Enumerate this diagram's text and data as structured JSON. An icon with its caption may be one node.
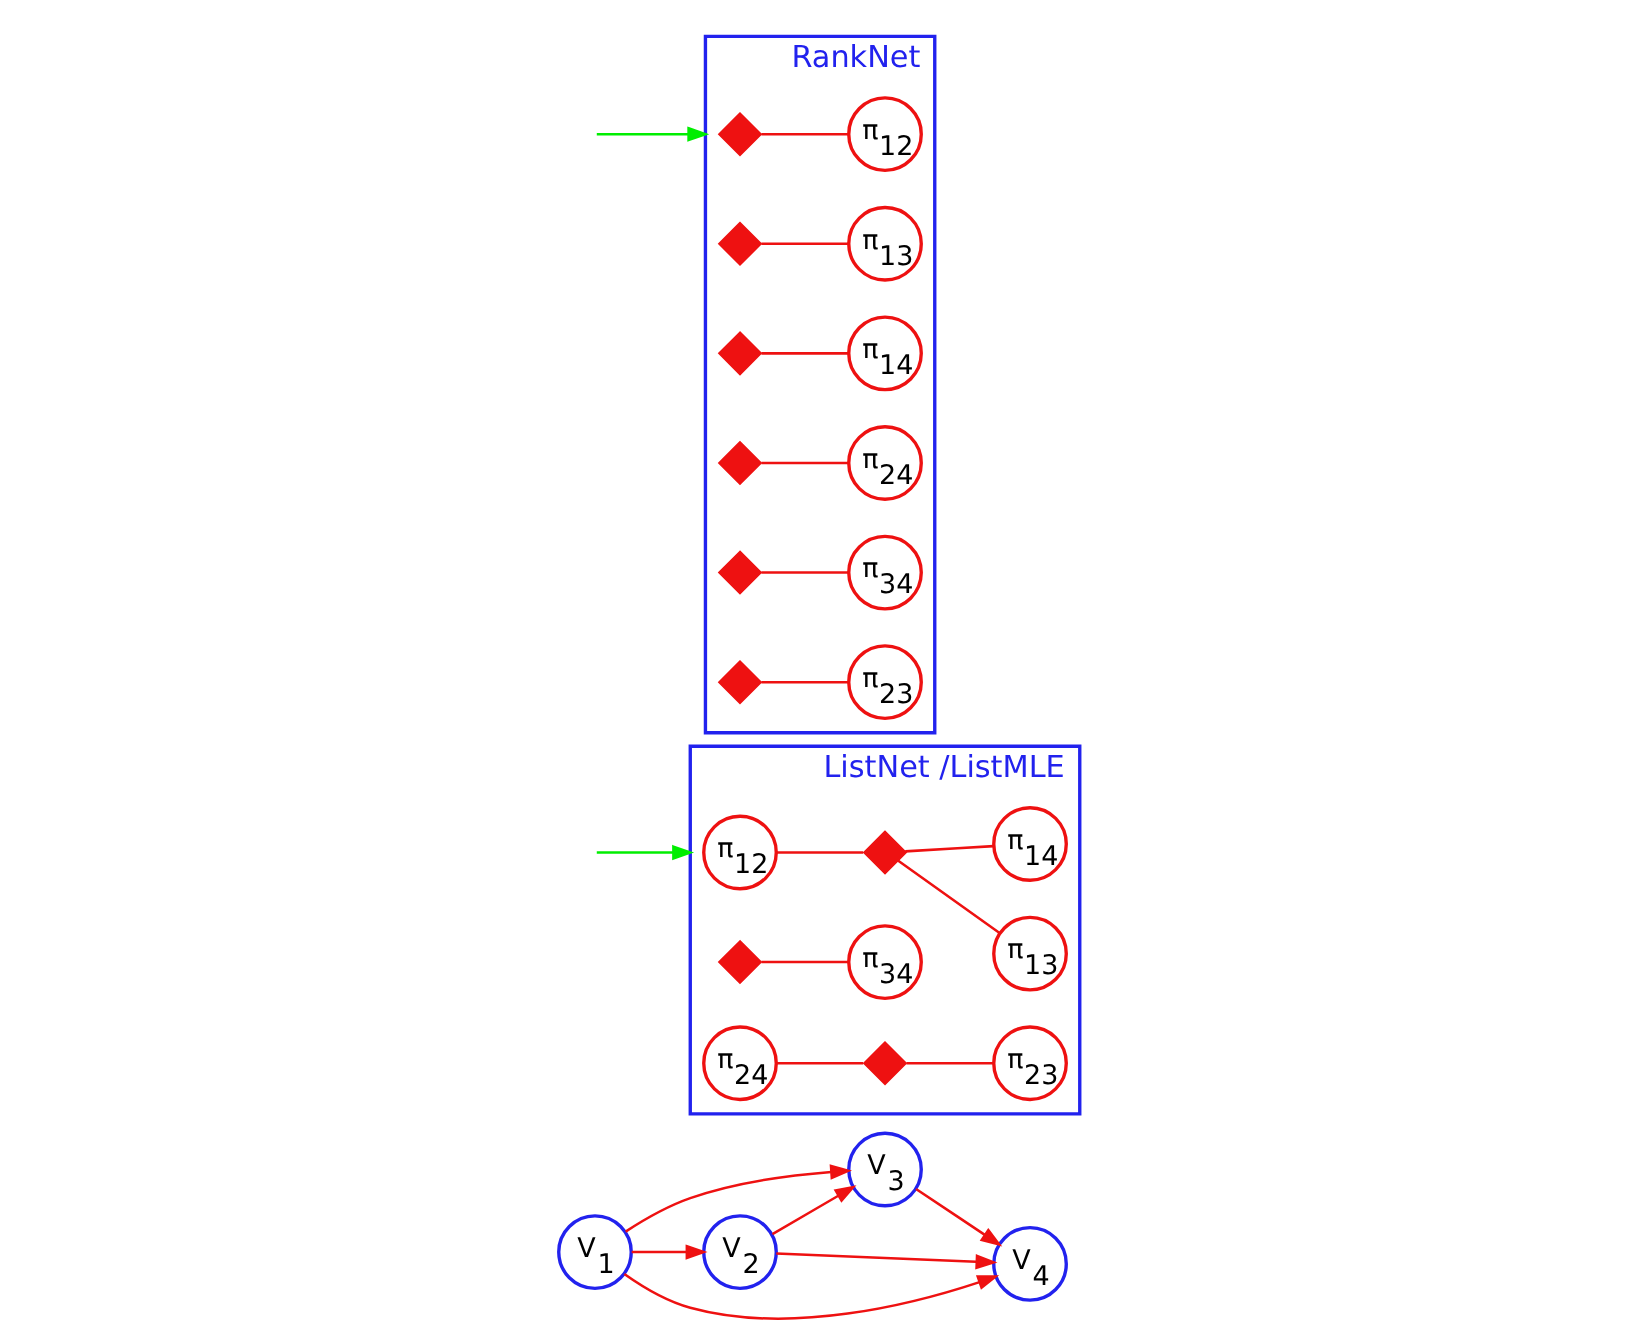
{
  "diagram": {
    "nodes": [
      {
        "text": [
          "V$_{1}$"
        ]
      },
      {
        "text": [
          "V$_{2}$"
        ]
      },
      {
        "text": [
          "V$_{3}$"
        ]
      },
      {
        "text": [
          "V$_{4}$"
        ]
      },
      {
        "text": [
          "ListNet /ListMLE"
        ]
      },
      {
        "text": [
          "π$_{12}$"
        ],
        "in": 4
      },
      {
        "text": [],
        "shape": "diamond",
        "in": 4
      },
      {
        "text": [
          "π$_{13}$"
        ],
        "in": 4
      },
      {
        "text": [
          "π$_{14}$"
        ],
        "in": 4
      },
      {
        "text": [],
        "shape": "diamond",
        "in": 4
      },
      {
        "text": [
          "π$_{24}$"
        ],
        "in": 4
      },
      {
        "text": [
          "π$_{34}$"
        ],
        "in": 4
      },
      {
        "text": [],
        "shape": "diamond",
        "in": 4
      },
      {
        "text": [
          "π$_{23}$"
        ],
        "in": 4
      },
      {
        "text": [
          "RankNet"
        ]
      },
      {
        "text": [],
        "shape": "diamond",
        "in": 14
      },
      {
        "text": [],
        "shape": "diamond",
        "in": 14
      },
      {
        "text": [
          "π$_{12}$"
        ],
        "in": 14
      },
      {
        "text": [
          "π$_{13}$"
        ],
        "in": 14
      },
      {
        "text": [],
        "shape": "diamond",
        "in": 14
      },
      {
        "text": [
          "π$_{14}$"
        ],
        "in": 14
      },
      {
        "text": [],
        "shape": "diamond",
        "in": 14
      },
      {
        "text": [],
        "shape": "diamond",
        "in": 14
      },
      {
        "text": [
          "π$_{24}$"
        ],
        "in": 14
      },
      {
        "text": [
          "π$_{34}$"
        ],
        "in": 14
      },
      {
        "text": [],
        "shape": "diamond",
        "in": 14
      },
      {
        "text": [
          "π$_{23}$"
        ],
        "in": 14
      }
    ],
    "edges": [
      {
        "from": 0,
        "to": 1,
        "arrow": "to"
      },
      {
        "from": 0,
        "to": 3,
        "arrow": "to"
      },
      {
        "from": 0,
        "to": 2,
        "arrow": "to"
      },
      {
        "from": 1,
        "to": 2,
        "arrow": "to"
      },
      {
        "from": 1,
        "to": 3,
        "arrow": "to"
      },
      {
        "from": 2,
        "to": 3,
        "arrow": "to"
      },
      {
        "from": null,
        "to": 4,
        "arrow": "to",
        "color": "#00ee00"
      },
      {
        "from": null,
        "to": 14,
        "arrow": "to",
        "color": "#00ee00"
      },
      {
        "from": 5,
        "to": 6,
        "arrow": "none"
      },
      {
        "from": 6,
        "to": 7,
        "arrow": "none"
      },
      {
        "from": 6,
        "to": 8,
        "arrow": "none"
      },
      {
        "from": 9,
        "to": 11,
        "arrow": "none"
      },
      {
        "from": 10,
        "to": 12,
        "arrow": "none"
      },
      {
        "from": 12,
        "to": 13,
        "arrow": "none"
      },
      {
        "from": 15,
        "to": 17,
        "arrow": "none"
      },
      {
        "from": 16,
        "to": 18,
        "arrow": "none"
      },
      {
        "from": 19,
        "to": 20,
        "arrow": "none"
      },
      {
        "from": 21,
        "to": 23,
        "arrow": "none"
      },
      {
        "from": 22,
        "to": 24,
        "arrow": "none"
      },
      {
        "from": 25,
        "to": 26,
        "arrow": "none"
      }
    ]
  }
}
